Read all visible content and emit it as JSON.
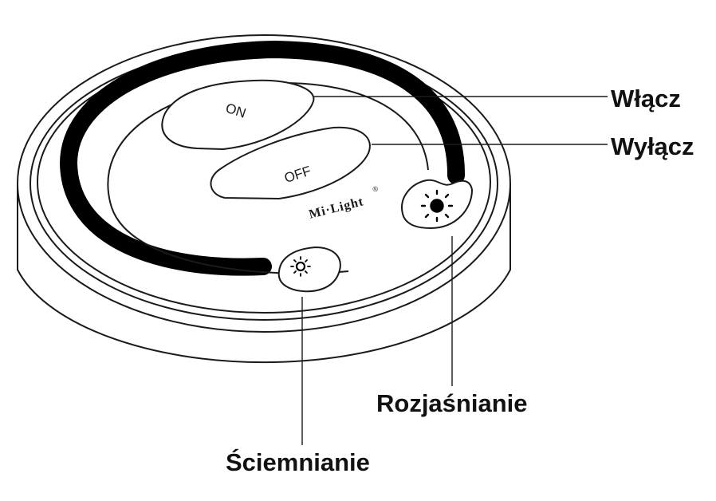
{
  "device": {
    "on_key": "ON",
    "off_key": "OFF",
    "brand": "Mi·Light",
    "brand_mark": "®",
    "dim_icon": "sun-small-icon",
    "bright_icon": "sun-large-icon"
  },
  "callouts": {
    "on": "Włącz",
    "off": "Wyłącz",
    "brighten": "Rozjaśnianie",
    "dim": "Ściemnianie"
  },
  "colors": {
    "stroke": "#1a1a1a",
    "touch_ring": "#000000",
    "background": "#ffffff"
  }
}
